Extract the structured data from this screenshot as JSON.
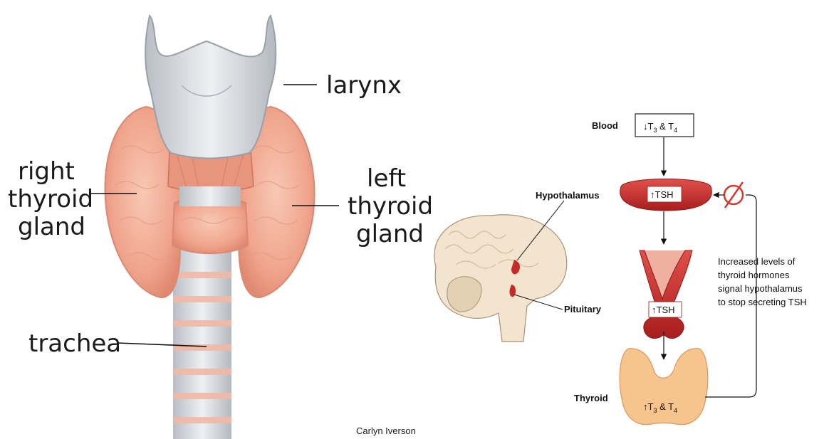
{
  "anatomy": {
    "labels": {
      "larynx": "larynx",
      "right": [
        "right",
        "thyroid",
        "gland"
      ],
      "left": [
        "left",
        "thyroid",
        "gland"
      ],
      "trachea": "trachea"
    },
    "credit": "Carlyn Iverson"
  },
  "feedback": {
    "blood_label": "Blood",
    "blood_box": {
      "arrow": "↓",
      "t3": "T",
      "t3_sub": "3",
      "amp": " & T",
      "t4_sub": "4"
    },
    "hypothalamus_label": "Hypothalamus",
    "hypothalamus_box": {
      "arrow": "↑",
      "text": "TSH"
    },
    "pituitary_label": "Pituitary",
    "pituitary_box": {
      "arrow": "↑",
      "text": "TSH"
    },
    "thyroid_label": "Thyroid",
    "thyroid_box": {
      "arrow": "↑",
      "t3": "T",
      "t3_sub": "3",
      "amp": " & T",
      "t4_sub": "4"
    },
    "inhibit_symbol": "∅",
    "note_lines": [
      "Increased levels  of",
      "thyroid hormones",
      "signal hypothalamus",
      "to stop secreting TSH"
    ]
  },
  "colors": {
    "thyroid_tissue": "#f2a890",
    "cartilage": "#cfd3d8",
    "hypothalamus_red": "#c42a28",
    "thyroid_orange": "#f7c48e",
    "inhibit_red": "#d23a30",
    "brain": "#f2e4cf"
  }
}
